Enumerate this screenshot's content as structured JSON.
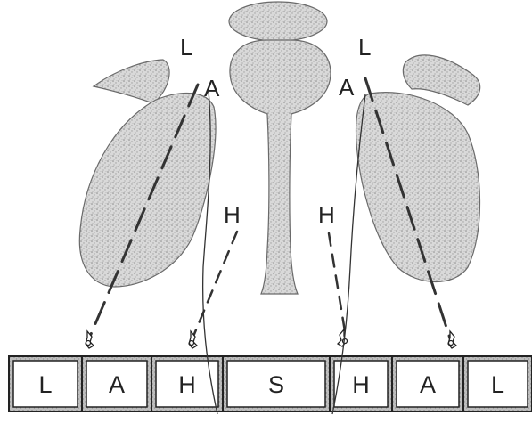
{
  "labels": {
    "left_top": "L",
    "left_a": "A",
    "left_h": "H",
    "right_top": "L",
    "right_a": "A",
    "right_h": "H"
  },
  "cells": [
    "L",
    "A",
    "H",
    "S",
    "H",
    "A",
    "L"
  ]
}
